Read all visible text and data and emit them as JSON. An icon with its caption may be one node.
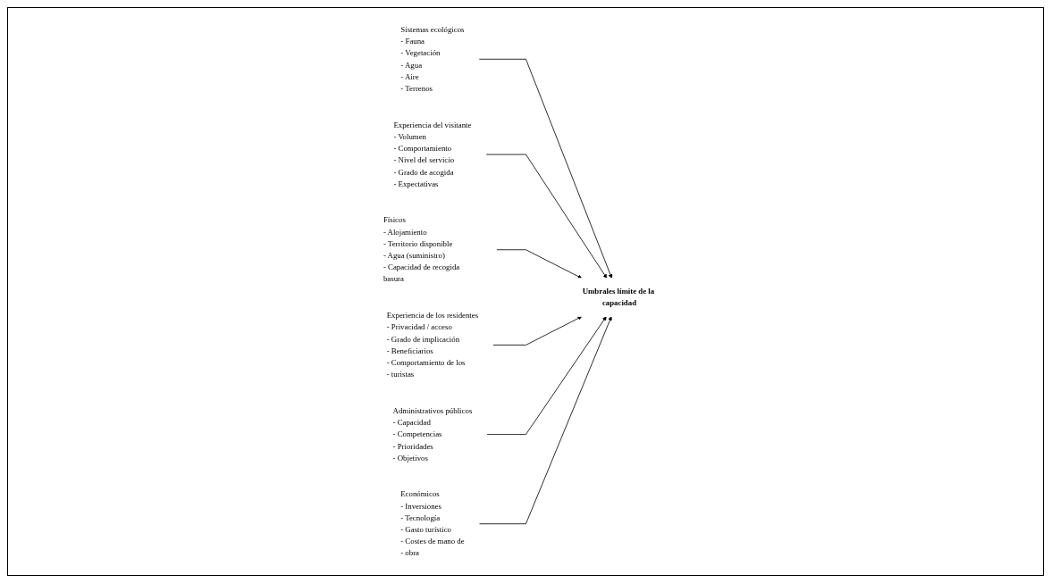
{
  "diagram": {
    "nodes": [
      {
        "text": [
          "Sistemas ecológicos",
          "- Fauna",
          "- Vegetación",
          "- Agua",
          "- Aire",
          "- Terrenos"
        ]
      },
      {
        "text": [
          "Experiencia del visitante",
          "- Volumen",
          "- Comportamiento",
          "- Nivel del servicio",
          "- Grado de acogida",
          "- Expectativas"
        ]
      },
      {
        "text": [
          "Físicos",
          "- Alojamiento",
          "- Territorio disponible",
          "- Agua (suministro)",
          "- Capacidad de recogida basura"
        ]
      },
      {
        "text": [
          "Umbrales límite de la capacidad"
        ]
      },
      {
        "text": [
          "Experiencia de los residentes",
          "- Privacidad / acceso",
          "- Grado de implicación",
          "- Beneficiarios",
          "- Comportamiento de los",
          "- turistas"
        ]
      },
      {
        "text": [
          "Administrativos públicos",
          "- Capacidad",
          "- Competencias",
          "- Prioridades",
          "- Objetivos"
        ]
      },
      {
        "text": [
          "Económicos",
          "- Inversiones",
          "- Tecnología",
          "- Gasto turístico",
          "- Costes de mano de",
          "- obra"
        ]
      }
    ],
    "edges": [
      {
        "from": 0,
        "to": 3,
        "arrow": "to"
      },
      {
        "from": 1,
        "to": 3,
        "arrow": "to"
      },
      {
        "from": 2,
        "to": 3,
        "arrow": "to"
      },
      {
        "from": 4,
        "to": 3,
        "arrow": "to"
      },
      {
        "from": 5,
        "to": 3,
        "arrow": "to"
      },
      {
        "from": 6,
        "to": 3,
        "arrow": "to"
      }
    ]
  }
}
